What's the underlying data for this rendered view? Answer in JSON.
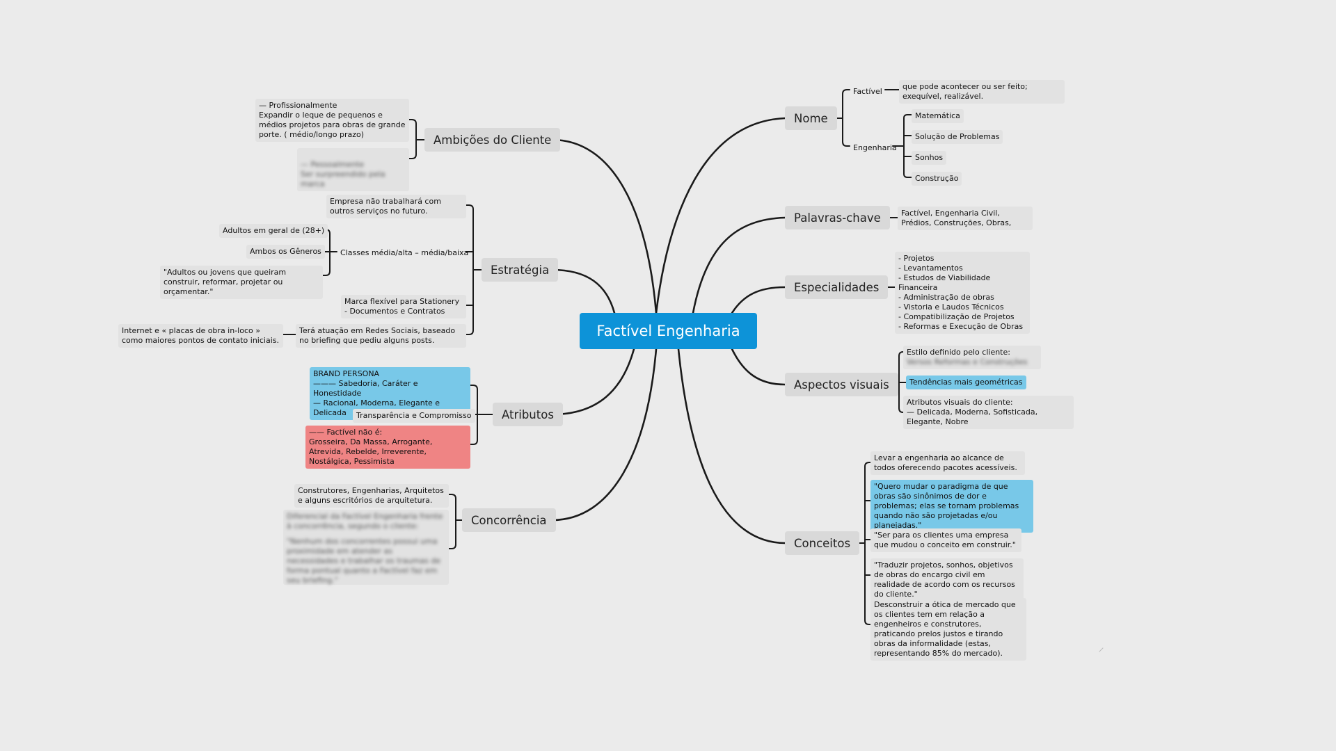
{
  "central": "Factível Engenharia",
  "branches": {
    "nome": {
      "label": "Nome",
      "factivel_label": "Factível",
      "factivel_def": "que pode acontecer ou ser feito; exequível, realizável.",
      "engenharia_label": "Engenharia",
      "engenharia_items": [
        "Matemática",
        "Solução de Problemas",
        "Sonhos",
        "Construção"
      ]
    },
    "palavras": {
      "label": "Palavras-chave",
      "text": "Factível, Engenharia Civil, Prédios, Construções, Obras,"
    },
    "especialidades": {
      "label": "Especialidades",
      "text": "- Projetos\n- Levantamentos\n- Estudos de Viabilidade Financeira\n- Administração de obras\n- Vistoria e Laudos Técnicos\n- Compatibilização de Projetos\n- Reformas e Execução de Obras"
    },
    "aspectos": {
      "label": "Aspectos visuais",
      "estilo": "Estilo definido pelo cliente:",
      "estilo_hidden": "Versos Reformas e Construções",
      "tendencias": "Tendências mais geométricas",
      "atributos": "Atributos visuais do cliente:\n— Delicada, Moderna, Sofisticada, Elegante, Nobre"
    },
    "conceitos": {
      "label": "Conceitos",
      "items": [
        "Levar a engenharia ao alcance de todos oferecendo pacotes acessíveis.",
        "\"Quero mudar o paradigma de que obras são sinônimos de dor e problemas; elas se tornam problemas quando não são projetadas e/ou planejadas.\"",
        "\"Ser para os clientes uma empresa que mudou o conceito em construir.\"",
        "\"Traduzir projetos, sonhos, objetivos de obras do encargo civil em realidade de acordo com os recursos do cliente.\"",
        "Desconstruir a ótica de mercado que os clientes tem em relação a engenheiros e construtores, praticando prelos justos e tirando obras da informalidade (estas, representando 85% do mercado)."
      ]
    },
    "ambicoes": {
      "label": "Ambições do Cliente",
      "profissional": "— Profissionalmente\nExpandir o leque de pequenos e médios projetos para obras de grande porte. ( médio/longo prazo)",
      "pessoal_hidden": "— Pessoalmente\nSer surpreendido pela marca"
    },
    "estrategia": {
      "label": "Estratégia",
      "servicos": "Empresa não trabalhará com outros serviços no futuro.",
      "classes": "Classes média/alta – média/baixa",
      "adultos": "Adultos em geral de (28+)",
      "generos": "Ambos os Gêneros",
      "jovens": "\"Adultos ou jovens que queiram construir, reformar, projetar ou orçamentar.\"",
      "marca": "Marca flexível para Stationery - Documentos e Contratos",
      "redes": "Terá atuação em Redes Sociais, baseado no briefing que pediu alguns posts.",
      "internet": "Internet e « placas de obra in-loco » como maiores pontos de contato iniciais."
    },
    "atributos": {
      "label": "Atributos",
      "brand": "BRAND PERSONA\n——— Sabedoria, Caráter e Honestidade\n— Racional, Moderna, Elegante e Delicada",
      "transparencia": "Transparência e Compromisso",
      "nao_e": "—— Factível não é:\nGrosseira, Da Massa, Arrogante, Atrevida, Rebelde, Irreverente, Nostálgica, Pessimista"
    },
    "concorrencia": {
      "label": "Concorrência",
      "construtores": "Construtores, Engenharias, Arquitetos e alguns escritórios de arquitetura.",
      "hidden1": "Diferencial da Factível Engenharia frente à concorrência, segundo o cliente:",
      "hidden2": "\"Nenhum dos concorrentes possui uma proximidade em atender as necessidades e trabalhar os traumas de forma pontual quanto a Factível faz em seu briefing.\""
    }
  },
  "colors": {
    "background": "#ebebeb",
    "central": "#0d93d8",
    "main_node": "#d9d9d9",
    "sub_node": "#e2e2e2",
    "highlight_blue": "#78c8e8",
    "highlight_red": "#ef8484",
    "line": "#1a1a1a"
  }
}
